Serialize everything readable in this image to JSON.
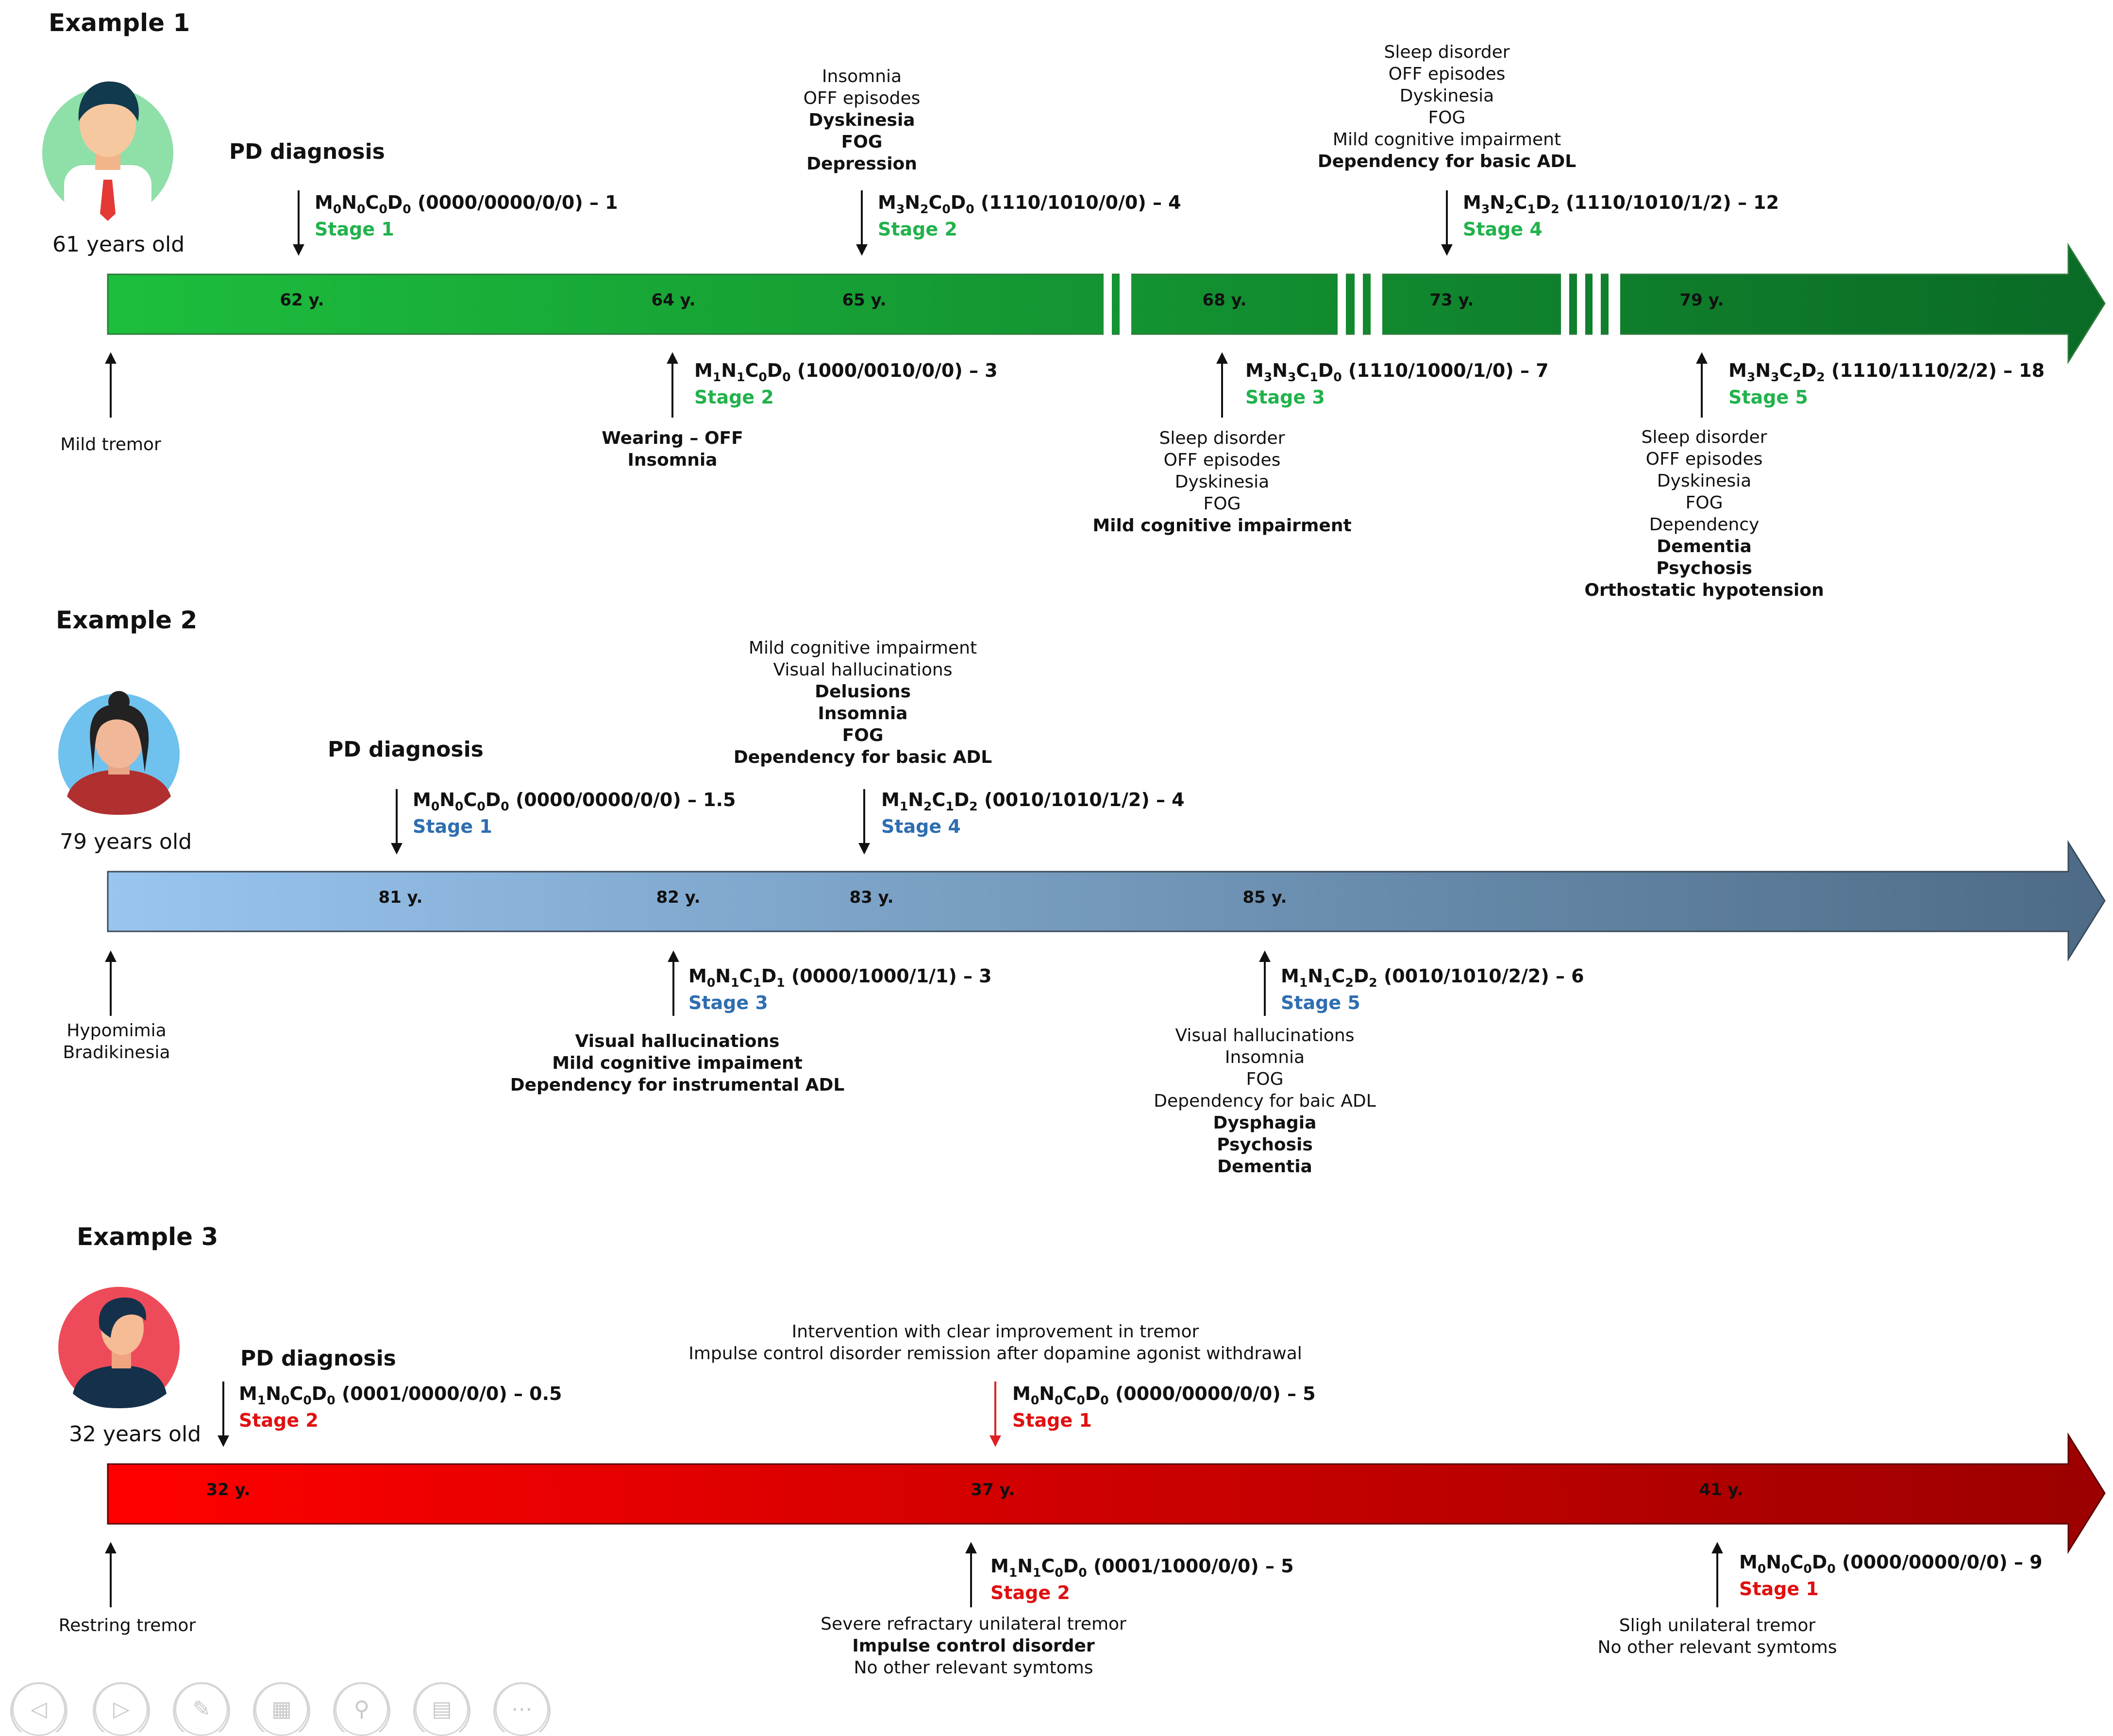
{
  "colors": {
    "ex1_start": "#1dbe3d",
    "ex1_end": "#0a6a26",
    "ex1_stage": "#22b24c",
    "ex2_start": "#99c5ef",
    "ex2_end": "#4d6b86",
    "ex2_stage": "#2f6eb0",
    "ex3_start": "#ff0000",
    "ex3_end": "#9c0000",
    "ex3_stage": "#e01010",
    "red_arrow": "#e02020"
  },
  "footer_icons": [
    "chevron-left-icon",
    "chevron-right-icon",
    "pen-icon",
    "slides-icon",
    "magnifier-icon",
    "subtitles-icon",
    "more-icon"
  ],
  "examples": [
    {
      "title": "Example 1",
      "patient_age": "61 years old",
      "diagnosis_label": "PD diagnosis",
      "years": [
        "62 y.",
        "64 y.",
        "65 y.",
        "68 y.",
        "73 y.",
        "79 y."
      ],
      "first_symptoms": [
        "Mild tremor"
      ],
      "events": [
        {
          "code": {
            "sub": [
              "0",
              "0",
              "0",
              "0"
            ],
            "value": "(0000/0000/0/0) – 1"
          },
          "stage": "Stage 1",
          "items": []
        },
        {
          "code": {
            "sub": [
              "1",
              "1",
              "0",
              "0"
            ],
            "value": "(1000/0010/0/0) – 3"
          },
          "stage": "Stage 2",
          "items": [
            {
              "text": "Wearing – OFF",
              "bold": true
            },
            {
              "text": "Insomnia",
              "bold": true
            }
          ]
        },
        {
          "code": {
            "sub": [
              "3",
              "2",
              "0",
              "0"
            ],
            "value": "(1110/1010/0/0) – 4"
          },
          "stage": "Stage 2",
          "items": [
            {
              "text": "Insomnia",
              "bold": false
            },
            {
              "text": "OFF episodes",
              "bold": false
            },
            {
              "text": "Dyskinesia",
              "bold": true
            },
            {
              "text": "FOG",
              "bold": true
            },
            {
              "text": "Depression",
              "bold": true
            }
          ]
        },
        {
          "code": {
            "sub": [
              "3",
              "3",
              "1",
              "0"
            ],
            "value": "(1110/1000/1/0) – 7"
          },
          "stage": "Stage 3",
          "items": [
            {
              "text": "Sleep disorder",
              "bold": false
            },
            {
              "text": "OFF episodes",
              "bold": false
            },
            {
              "text": "Dyskinesia",
              "bold": false
            },
            {
              "text": "FOG",
              "bold": false
            },
            {
              "text": "Mild cognitive impairment",
              "bold": true
            }
          ]
        },
        {
          "code": {
            "sub": [
              "3",
              "2",
              "1",
              "2"
            ],
            "value": "(1110/1010/1/2) – 12"
          },
          "stage": "Stage 4",
          "items": [
            {
              "text": "Sleep disorder",
              "bold": false
            },
            {
              "text": "OFF episodes",
              "bold": false
            },
            {
              "text": "Dyskinesia",
              "bold": false
            },
            {
              "text": "FOG",
              "bold": false
            },
            {
              "text": "Mild cognitive impairment",
              "bold": false
            },
            {
              "text": "Dependency for basic ADL",
              "bold": true
            }
          ]
        },
        {
          "code": {
            "sub": [
              "3",
              "3",
              "2",
              "2"
            ],
            "value": "(1110/1110/2/2) – 18"
          },
          "stage": "Stage 5",
          "items": [
            {
              "text": "Sleep disorder",
              "bold": false
            },
            {
              "text": "OFF episodes",
              "bold": false
            },
            {
              "text": "Dyskinesia",
              "bold": false
            },
            {
              "text": "FOG",
              "bold": false
            },
            {
              "text": "Dependency",
              "bold": false
            },
            {
              "text": "Dementia",
              "bold": true
            },
            {
              "text": "Psychosis",
              "bold": true
            },
            {
              "text": "Orthostatic hypotension",
              "bold": true
            }
          ]
        }
      ]
    },
    {
      "title": "Example 2",
      "patient_age": "79 years old",
      "diagnosis_label": "PD diagnosis",
      "years": [
        "81 y.",
        "82 y.",
        "83 y.",
        "85 y."
      ],
      "first_symptoms": [
        "Hypomimia",
        "Bradikinesia"
      ],
      "events": [
        {
          "code": {
            "sub": [
              "0",
              "0",
              "0",
              "0"
            ],
            "value": "(0000/0000/0/0) – 1.5"
          },
          "stage": "Stage 1",
          "items": []
        },
        {
          "code": {
            "sub": [
              "0",
              "1",
              "1",
              "1"
            ],
            "value": "(0000/1000/1/1) – 3"
          },
          "stage": "Stage 3",
          "items": [
            {
              "text": "Visual hallucinations",
              "bold": true
            },
            {
              "text": "Mild cognitive impaiment",
              "bold": true
            },
            {
              "text": "Dependency for instrumental ADL",
              "bold": true
            }
          ]
        },
        {
          "code": {
            "sub": [
              "1",
              "2",
              "1",
              "2"
            ],
            "value": "(0010/1010/1/2) – 4"
          },
          "stage": "Stage 4",
          "items": [
            {
              "text": "Mild cognitive impairment",
              "bold": false
            },
            {
              "text": "Visual hallucinations",
              "bold": false
            },
            {
              "text": "Delusions",
              "bold": true
            },
            {
              "text": "Insomnia",
              "bold": true
            },
            {
              "text": "FOG",
              "bold": true
            },
            {
              "text": "Dependency for basic ADL",
              "bold": true
            }
          ]
        },
        {
          "code": {
            "sub": [
              "1",
              "1",
              "2",
              "2"
            ],
            "value": "(0010/1010/2/2) – 6"
          },
          "stage": "Stage 5",
          "items": [
            {
              "text": "Visual hallucinations",
              "bold": false
            },
            {
              "text": "Insomnia",
              "bold": false
            },
            {
              "text": "FOG",
              "bold": false
            },
            {
              "text": "Dependency for baic ADL",
              "bold": false
            },
            {
              "text": "Dysphagia",
              "bold": true
            },
            {
              "text": "Psychosis",
              "bold": true
            },
            {
              "text": "Dementia",
              "bold": true
            }
          ]
        }
      ]
    },
    {
      "title": "Example 3",
      "patient_age": "32 years old",
      "diagnosis_label": "PD diagnosis",
      "years": [
        "32 y.",
        "37 y.",
        "41 y."
      ],
      "first_symptoms": [
        "Restring tremor"
      ],
      "events": [
        {
          "code": {
            "sub": [
              "1",
              "0",
              "0",
              "0"
            ],
            "value": "(0001/0000/0/0) – 0.5"
          },
          "stage": "Stage 2",
          "items": []
        },
        {
          "code": {
            "sub": [
              "0",
              "0",
              "0",
              "0"
            ],
            "value": "(0000/0000/0/0) – 5"
          },
          "stage": "Stage 1",
          "items": [
            {
              "text": "Intervention with clear improvement in tremor",
              "bold": false
            },
            {
              "text": "Impulse control disorder remission after dopamine agonist withdrawal",
              "bold": false
            }
          ]
        },
        {
          "code": {
            "sub": [
              "1",
              "1",
              "0",
              "0"
            ],
            "value": "(0001/1000/0/0) – 5"
          },
          "stage": "Stage 2",
          "items": [
            {
              "text": "Severe refractary unilateral tremor",
              "bold": false
            },
            {
              "text": "Impulse control disorder",
              "bold": true
            },
            {
              "text": "No other relevant symtoms",
              "bold": false
            }
          ]
        },
        {
          "code": {
            "sub": [
              "0",
              "0",
              "0",
              "0"
            ],
            "value": "(0000/0000/0/0) – 9"
          },
          "stage": "Stage 1",
          "items": [
            {
              "text": "Sligh unilateral tremor",
              "bold": false
            },
            {
              "text": "No other relevant symtoms",
              "bold": false
            }
          ]
        }
      ]
    }
  ]
}
